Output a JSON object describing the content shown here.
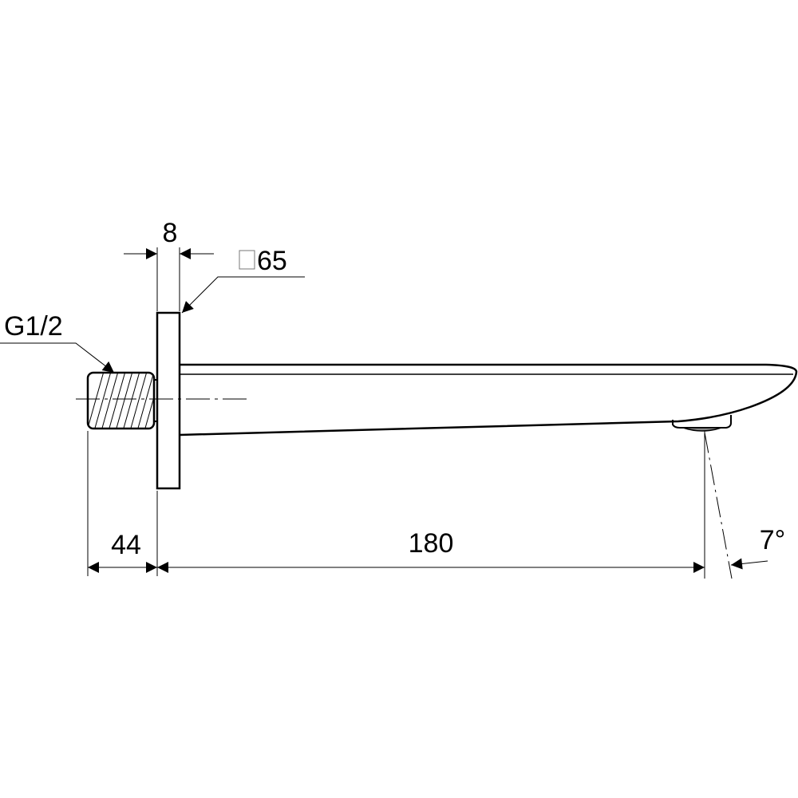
{
  "drawing": {
    "labels": {
      "flange_thickness": "8",
      "flange_square": "65",
      "thread": "G1/2",
      "thread_length": "44",
      "spout_projection": "180",
      "outlet_angle": "7°"
    },
    "colors": {
      "line": "#000000",
      "aerator": "#888888"
    }
  }
}
